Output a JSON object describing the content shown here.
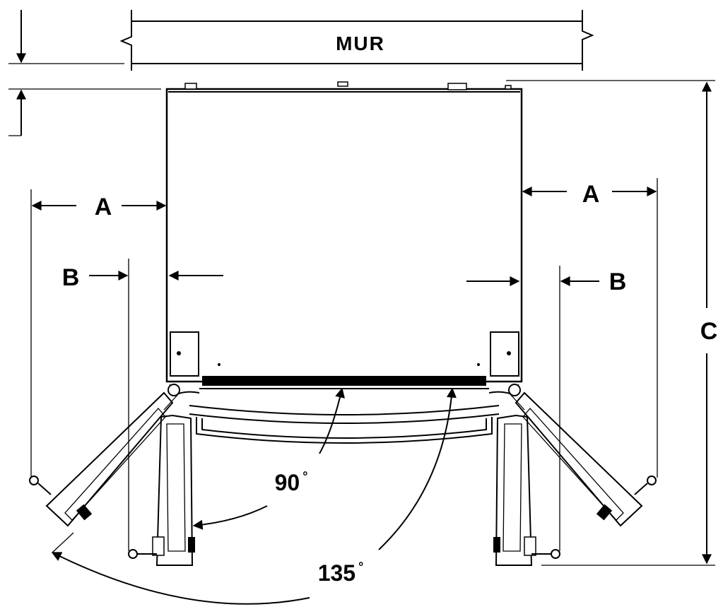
{
  "labels": {
    "wall": "MUR",
    "a_left": "A",
    "a_right": "A",
    "b_left": "B",
    "b_right": "B",
    "c": "C",
    "angle_90": "90",
    "angle_135": "135",
    "degree": "°"
  },
  "colors": {
    "line": "#000000",
    "background": "#ffffff"
  }
}
